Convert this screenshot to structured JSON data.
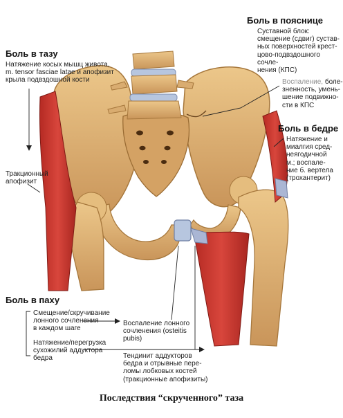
{
  "diagram": {
    "caption": "Последствия “скрученного” таза",
    "colors": {
      "bone": "#e0b574",
      "bone_dark": "#a6773c",
      "muscle": "#c8322a",
      "tendon": "#aab6d4",
      "cartilage": "#b7c6df"
    }
  },
  "pelvis_pain": {
    "title": "Боль в тазу",
    "text": "Натяжение косых мышц живота,\nm. tensor fasciae latae и апофизит\nкрыла подвздошной кости",
    "traction_label": "Тракционный\nапофизит"
  },
  "lower_back_pain": {
    "title": "Боль в пояснице",
    "text": "Суставной блок:\nсмещение (сдвиг) сустав-\nных поверхностей крест-\nцово-подвздошного сочле-\nнения (КПС)",
    "inflammation_gray": "Воспаление,",
    "inflammation_rest": " боле-\nзненность, умень-\nшение подвижно-\nсти в КПС"
  },
  "hip_pain": {
    "title": "Боль в бедре",
    "text": "Натяжение и\nмиалгия сред-\nнеягодичной\nм.; воспале-\nние б. вертела\n(трохантерит)"
  },
  "groin_pain": {
    "title": "Боль в паху",
    "twist_text": "Смещение/скручивание\nлонного сочленения\nв каждом шаге",
    "osteitis_text": "Воспаление лонного\nсочленения (osteitis\npubis)",
    "adductor_text": "Натяжение/перегрузка\nсухожилий аддуктора\nбедра",
    "tendinitis_text": "Тендинит аддукторов\nбедра и отрывные пере-\nломы лобковых костей\n(тракционные апофизиты)"
  }
}
